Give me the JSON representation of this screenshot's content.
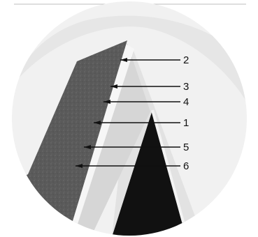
{
  "diagram": {
    "callouts": [
      {
        "id": "c2",
        "label": "2"
      },
      {
        "id": "c3",
        "label": "3"
      },
      {
        "id": "c4",
        "label": "4"
      },
      {
        "id": "c1",
        "label": "1"
      },
      {
        "id": "c5",
        "label": "5"
      },
      {
        "id": "c6",
        "label": "6"
      }
    ],
    "colors": {
      "top_rule": "#bcbcbc",
      "outer_dark_layer": "#595959",
      "white_gap": "#f6f6f6",
      "mid_gray_layer": "#d9d9d9",
      "inner_light_layer": "#e5e5e5",
      "core_black": "#111111",
      "leader_line": "#111111"
    }
  }
}
